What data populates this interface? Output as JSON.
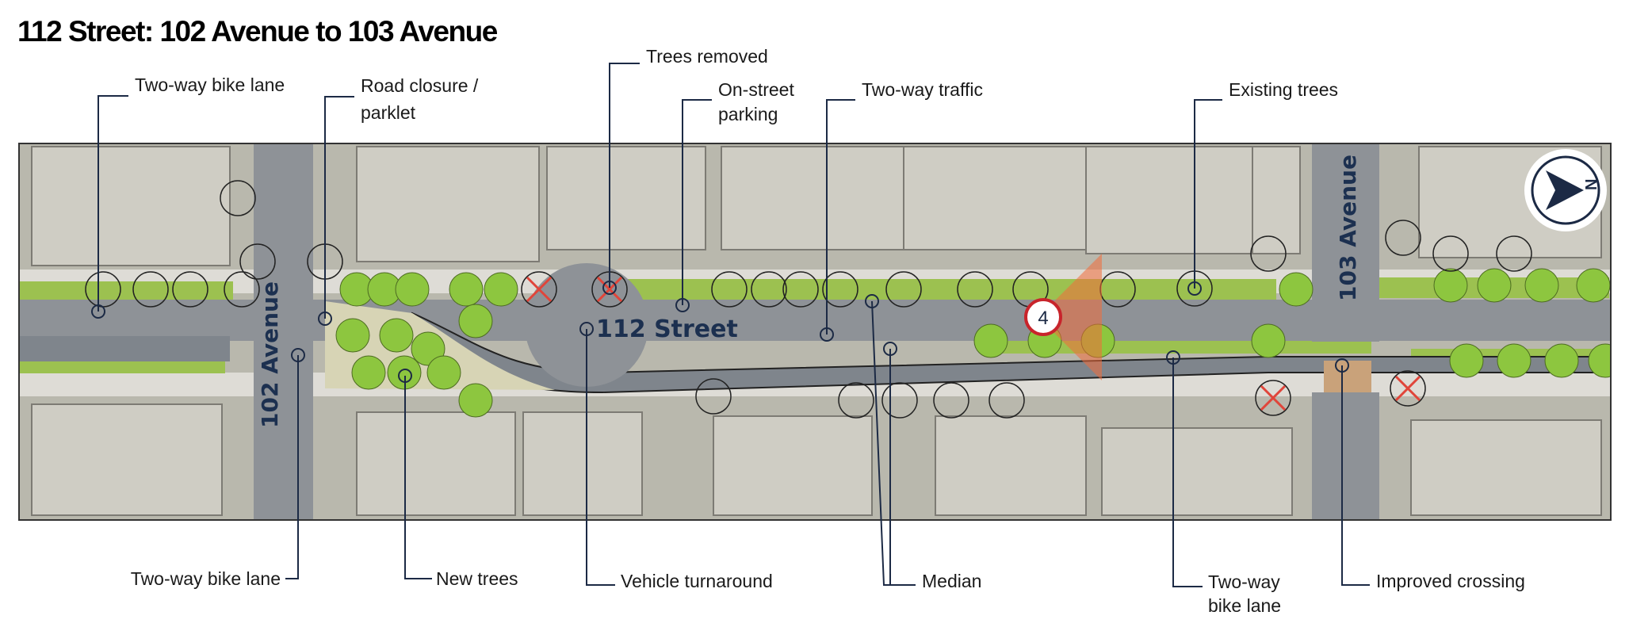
{
  "title": "112 Street: 102 Avenue to 103 Avenue",
  "map": {
    "street_labels": {
      "main_street": "112 Street",
      "avenue_west": "102 Avenue",
      "avenue_east": "103 Avenue"
    },
    "marker_number": "4",
    "compass_letter": "N",
    "colors": {
      "road": "#8e9297",
      "bike_lane": "#7f858c",
      "green_strip": "#9cc150",
      "new_tree": "#8dc63f",
      "removed_tree": "#e0453a",
      "leader": "#1c2a45",
      "crossing": "#c9a27a"
    }
  },
  "callouts_top": [
    {
      "id": "two-way-bike-lane-top",
      "lines": [
        "Two-way bike lane"
      ]
    },
    {
      "id": "road-closure-parklet",
      "lines": [
        "Road closure /",
        "parklet"
      ]
    },
    {
      "id": "trees-removed",
      "lines": [
        "Trees removed"
      ]
    },
    {
      "id": "on-street-parking",
      "lines": [
        "On-street",
        "parking"
      ]
    },
    {
      "id": "two-way-traffic",
      "lines": [
        "Two-way traffic"
      ]
    },
    {
      "id": "existing-trees",
      "lines": [
        "Existing trees"
      ]
    }
  ],
  "callouts_bottom": [
    {
      "id": "two-way-bike-lane-bottom",
      "lines": [
        "Two-way bike lane"
      ]
    },
    {
      "id": "new-trees",
      "lines": [
        "New trees"
      ]
    },
    {
      "id": "vehicle-turnaround",
      "lines": [
        "Vehicle turnaround"
      ]
    },
    {
      "id": "median",
      "lines": [
        "Median"
      ]
    },
    {
      "id": "two-way-bike-lane-bottom-right",
      "lines": [
        "Two-way",
        "bike lane"
      ]
    },
    {
      "id": "improved-crossing",
      "lines": [
        "Improved crossing"
      ]
    }
  ]
}
